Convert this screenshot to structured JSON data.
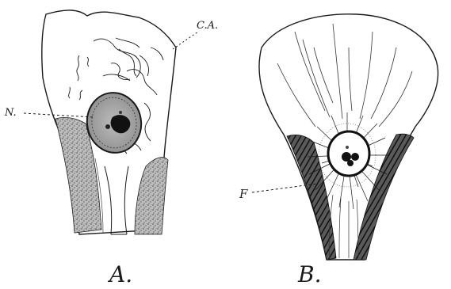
{
  "figure": {
    "panel_a": {
      "label": "A.",
      "annotations": {
        "ca": "C.A.",
        "n": "N."
      }
    },
    "panel_b": {
      "label": "B.",
      "annotations": {
        "f": "F"
      }
    }
  }
}
